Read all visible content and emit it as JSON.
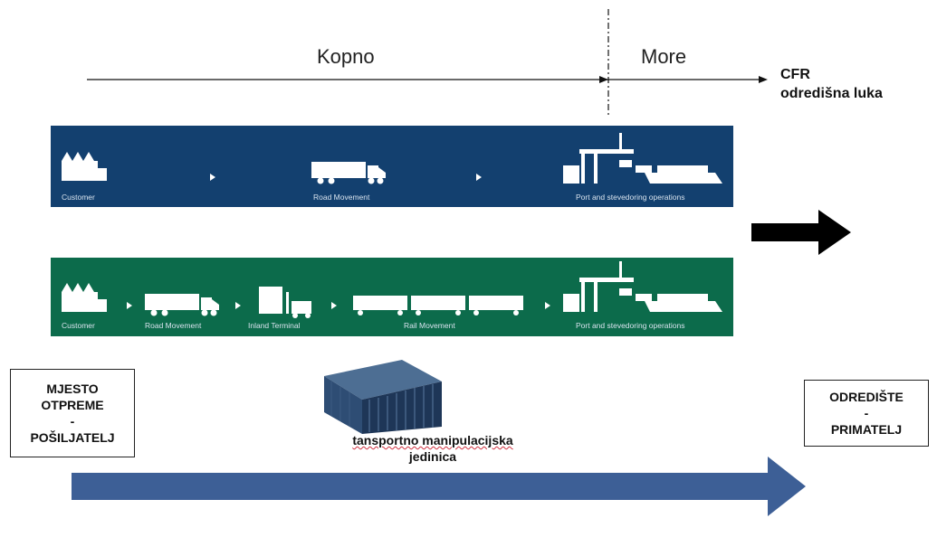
{
  "top": {
    "land_label": "Kopno",
    "sea_label": "More",
    "cfr_line1": "CFR",
    "cfr_line2": "odredišna luka"
  },
  "blue_band": {
    "color": "#13406f",
    "steps": [
      "Customer",
      "Road Movement",
      "Port and stevedoring operations"
    ]
  },
  "green_band": {
    "color": "#0c6b4b",
    "steps": [
      "Customer",
      "Road Movement",
      "Inland Terminal",
      "Rail Movement",
      "Port and stevedoring operations"
    ]
  },
  "origin_box": {
    "line1": "MJESTO",
    "line2": "OTPREME",
    "line3": "-",
    "line4": "POŠILJATELJ"
  },
  "destination_box": {
    "line1": "ODREDIŠTE",
    "line2": "-",
    "line3": "PRIMATELJ"
  },
  "container": {
    "line1": "tansportno manipulacijska",
    "line2": "jedinica"
  },
  "colors": {
    "main_arrow": "#3d5f96",
    "right_arrow": "#000000"
  }
}
